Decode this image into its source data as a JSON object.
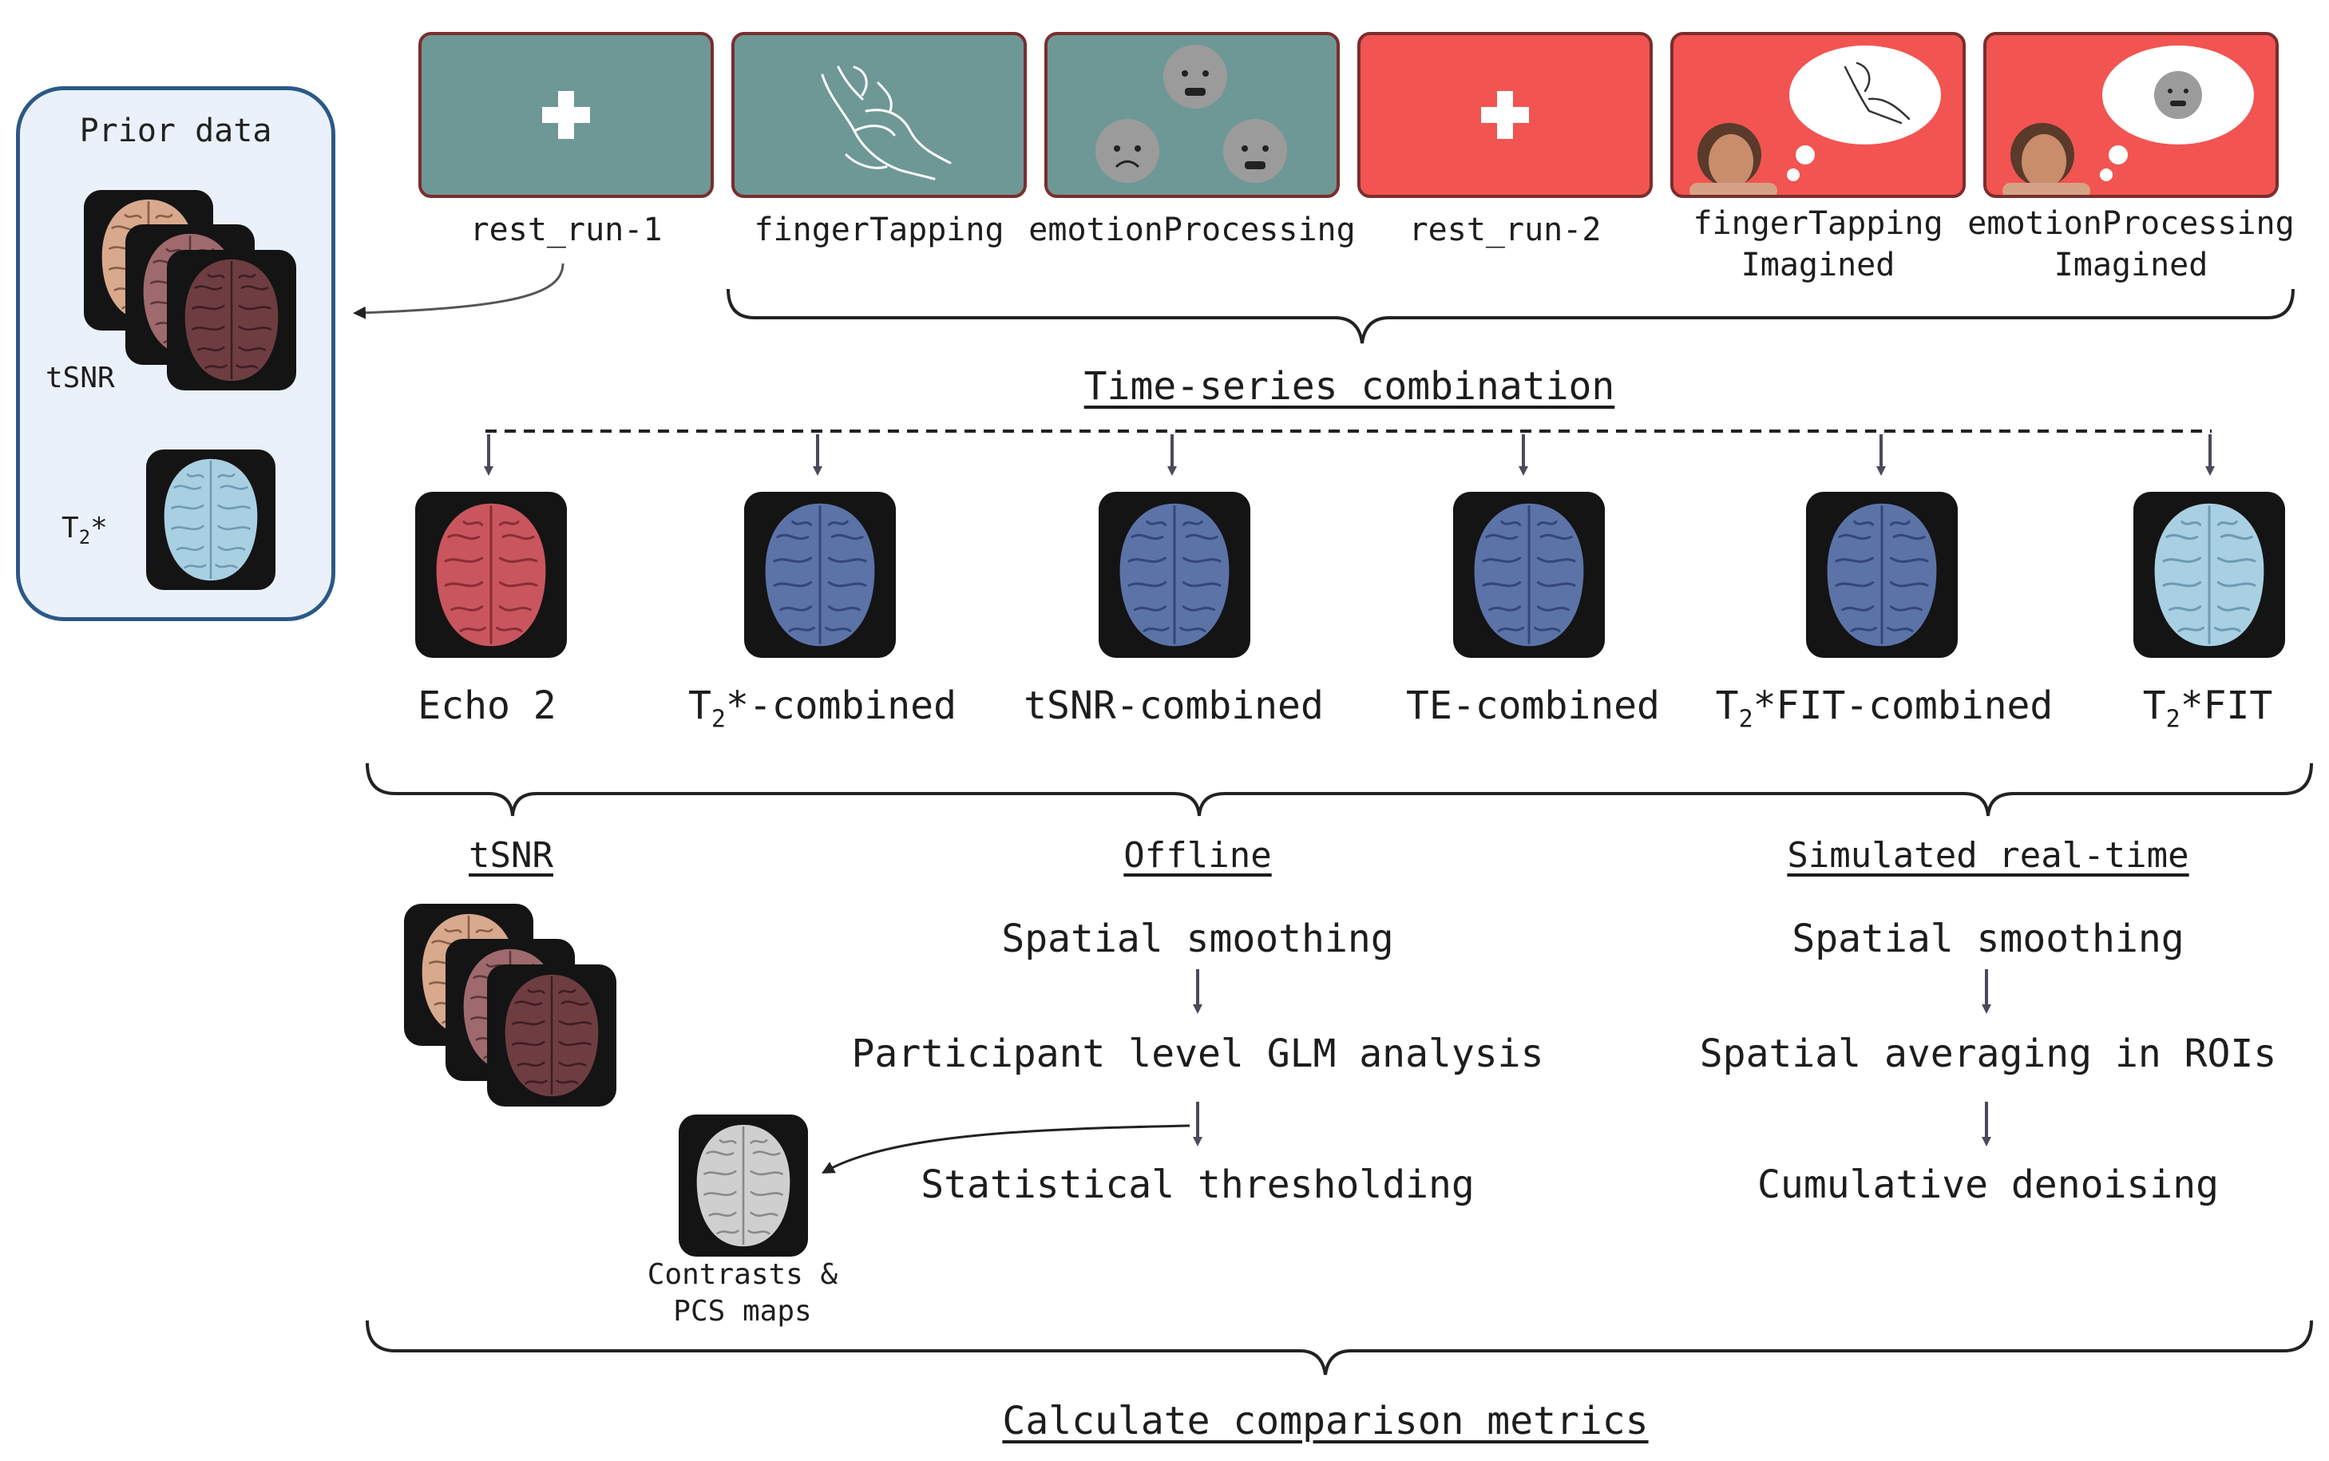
{
  "prior": {
    "title": "Prior data",
    "tsnr_label": "tSNR",
    "t2_label": "T",
    "t2_sub": "2",
    "t2_sup": "*"
  },
  "conditions": [
    {
      "label": "rest_run-1",
      "color": "#6d9896",
      "icon": "plus-icon"
    },
    {
      "label": "fingerTapping",
      "color": "#6d9896",
      "icon": "hand-tapping-icon"
    },
    {
      "label": "emotionProcessing",
      "color": "#6d9896",
      "icon": "sad-faces-icon"
    },
    {
      "label": "rest_run-2",
      "color": "#f25451",
      "icon": "plus-icon"
    },
    {
      "label": "fingerTapping\nImagined",
      "color": "#f25451",
      "icon": "imagined-hand-icon"
    },
    {
      "label": "emotionProcessing\nImagined",
      "color": "#f25451",
      "icon": "imagined-face-icon"
    }
  ],
  "timeseries_heading": "Time-series combination",
  "methods": [
    {
      "pre": "Echo 2",
      "sub": "",
      "post": "",
      "color": "#c9565e"
    },
    {
      "pre": "T",
      "sub": "2",
      "post": "*-combined",
      "color": "#5c73a8"
    },
    {
      "pre": "tSNR-combined",
      "sub": "",
      "post": "",
      "color": "#5c73a8"
    },
    {
      "pre": "TE-combined",
      "sub": "",
      "post": "",
      "color": "#5c73a8"
    },
    {
      "pre": "T",
      "sub": "2",
      "post": "*FIT-combined",
      "color": "#5c73a8"
    },
    {
      "pre": "T",
      "sub": "2",
      "post": "*FIT",
      "color": "#a9cfe3"
    }
  ],
  "analysis": {
    "tsnr_heading": "tSNR",
    "offline_heading": "Offline",
    "offline_steps": [
      "Spatial smoothing",
      "Participant level GLM analysis",
      "Statistical thresholding"
    ],
    "realtime_heading": "Simulated real-time",
    "realtime_steps": [
      "Spatial smoothing",
      "Spatial averaging in ROIs",
      "Cumulative denoising"
    ],
    "contrast_label_line1": "Contrasts &",
    "contrast_label_line2": "PCS maps"
  },
  "final_heading": "Calculate comparison metrics",
  "colors": {
    "rest_block": "#6d9896",
    "imagined_block": "#f25451",
    "prior_panel_border": "#2b5887",
    "prior_panel_fill": "#eaf1fa",
    "arrow": "#4a4a5a"
  }
}
